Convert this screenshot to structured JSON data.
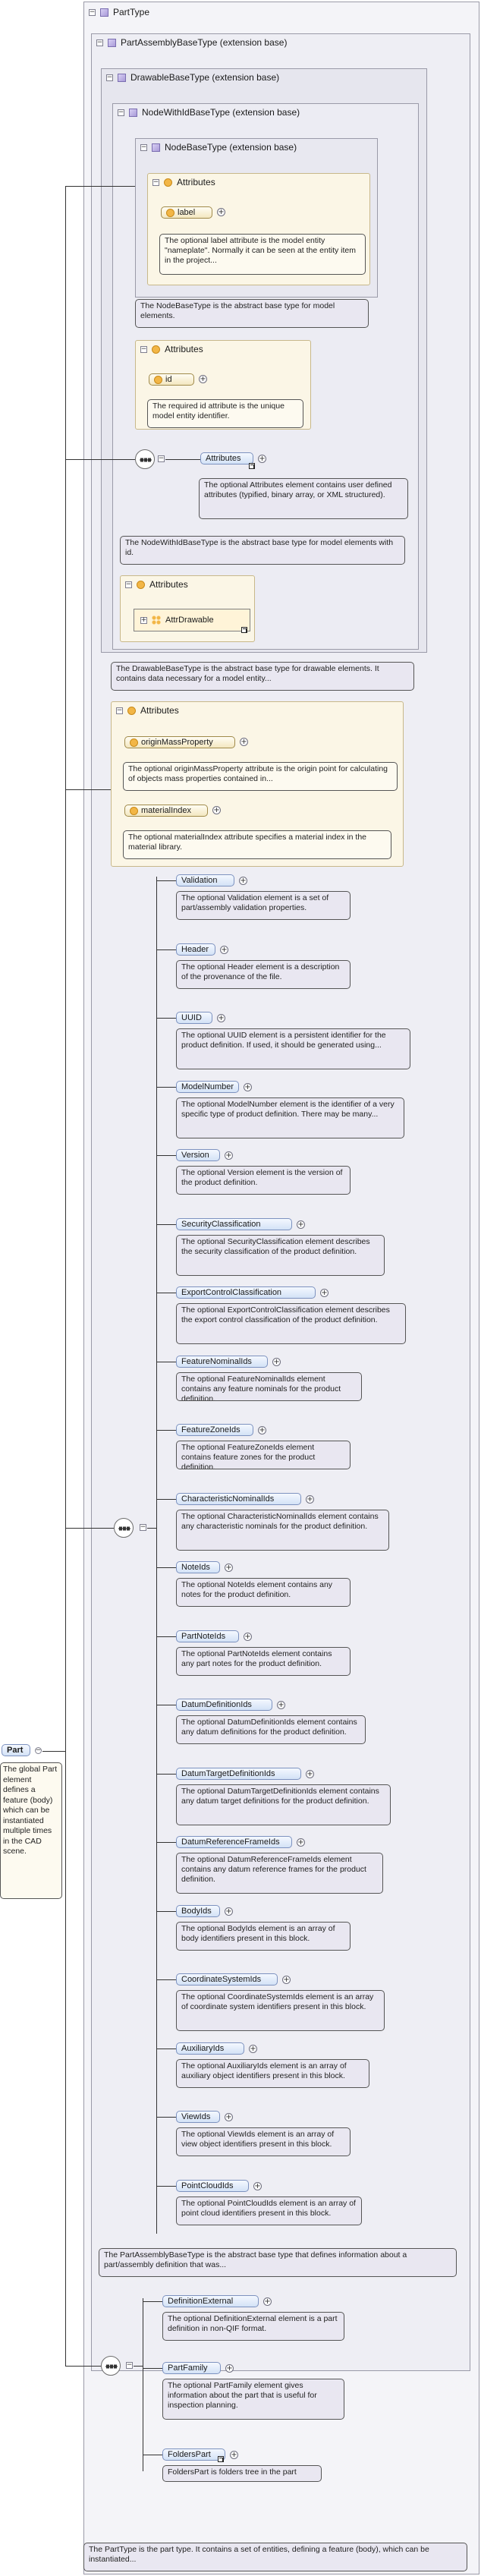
{
  "part_type": {
    "title": "PartType",
    "annotation": "The PartType is the part type. It contains a set of entities, defining a feature (body), which can be instantiated..."
  },
  "part_assembly_base": {
    "title": "PartAssemblyBaseType (extension base)",
    "annotation": "The PartAssemblyBaseType is the abstract base type that defines information about a part/assembly definition that was..."
  },
  "drawable_base": {
    "title": "DrawableBaseType (extension base)",
    "annotation": "The DrawableBaseType is the abstract base type for drawable elements. It contains data necessary for a model entity..."
  },
  "node_with_id_base": {
    "title": "NodeWithIdBaseType (extension base)",
    "annotation": "The NodeWithIdBaseType is the abstract base type for model elements with id."
  },
  "node_base": {
    "title": "NodeBaseType (extension base)",
    "annotation": "The NodeBaseType is the abstract base type for model elements."
  },
  "attributes_label": "Attributes",
  "label_attr": {
    "name": "label",
    "annotation": "The optional label attribute is the model entity \"nameplate\". Normally it can be seen at the entity item in the project..."
  },
  "id_attr": {
    "name": "id",
    "annotation": "The required id attribute is the unique model entity identifier."
  },
  "attributes_element": {
    "name": "Attributes",
    "annotation": "The optional Attributes element contains user defined attributes (typified, binary array, or XML structured)."
  },
  "attr_drawable": {
    "name": "AttrDrawable"
  },
  "origin_mass_property": {
    "name": "originMassProperty",
    "annotation": "The optional originMassProperty attribute is the origin point for calculating of objects mass properties contained in..."
  },
  "material_index": {
    "name": "materialIndex",
    "annotation": "The optional materialIndex attribute specifies a material index in the material library."
  },
  "sequence_elements": [
    {
      "name": "Validation",
      "annotation": "The optional Validation element is a set of part/assembly validation properties."
    },
    {
      "name": "Header",
      "annotation": "The optional Header element is a description of the provenance of the file."
    },
    {
      "name": "UUID",
      "annotation": "The optional UUID element is a persistent identifier for the product definition. If used, it should be generated using..."
    },
    {
      "name": "ModelNumber",
      "annotation": "The optional ModelNumber element is the identifier of a very specific type of product definition. There may be many..."
    },
    {
      "name": "Version",
      "annotation": "The optional Version element is the version of the product definition."
    },
    {
      "name": "SecurityClassification",
      "annotation": "The optional SecurityClassification element describes the security classification of the product definition."
    },
    {
      "name": "ExportControlClassification",
      "annotation": "The optional ExportControlClassification element describes the export control classification of the product definition."
    },
    {
      "name": "FeatureNominalIds",
      "annotation": "The optional FeatureNominalIds element contains any feature nominals for the product definition."
    },
    {
      "name": "FeatureZoneIds",
      "annotation": "The optional FeatureZoneIds element contains feature zones for the product definition."
    },
    {
      "name": "CharacteristicNominalIds",
      "annotation": "The optional CharacteristicNominalIds element contains any characteristic nominals for the product definition."
    },
    {
      "name": "NoteIds",
      "annotation": "The optional NoteIds element contains any notes for the product definition."
    },
    {
      "name": "PartNoteIds",
      "annotation": "The optional PartNoteIds element contains any part notes for the product definition."
    },
    {
      "name": "DatumDefinitionIds",
      "annotation": "The optional DatumDefinitionIds element contains any datum definitions for the product definition."
    },
    {
      "name": "DatumTargetDefinitionIds",
      "annotation": "The optional DatumTargetDefinitionIds element contains any datum target definitions for the product definition."
    },
    {
      "name": "DatumReferenceFrameIds",
      "annotation": "The optional DatumReferenceFrameIds element contains any datum reference frames for the product definition."
    },
    {
      "name": "BodyIds",
      "annotation": "The optional BodyIds element is an array of body identifiers present in this block."
    },
    {
      "name": "CoordinateSystemIds",
      "annotation": "The optional CoordinateSystemIds element is an array of coordinate system identifiers present in this block."
    },
    {
      "name": "AuxiliaryIds",
      "annotation": "The optional AuxiliaryIds element is an array of auxiliary object identifiers present in this block."
    },
    {
      "name": "ViewIds",
      "annotation": "The optional ViewIds element is an array of view object identifiers present in this block."
    },
    {
      "name": "PointCloudIds",
      "annotation": "The optional PointCloudIds element is an array of point cloud identifiers present in this block."
    }
  ],
  "part_elements": [
    {
      "name": "DefinitionExternal",
      "annotation": "The optional DefinitionExternal element is a part definition in non-QIF format."
    },
    {
      "name": "PartFamily",
      "annotation": "The optional PartFamily element gives information about the part that is useful for inspection planning."
    },
    {
      "name": "FoldersPart",
      "annotation": "FoldersPart is folders tree in the part"
    }
  ],
  "part": {
    "name": "Part",
    "annotation": "The global Part element defines a feature (body) which can be instantiated multiple times in the CAD scene."
  }
}
